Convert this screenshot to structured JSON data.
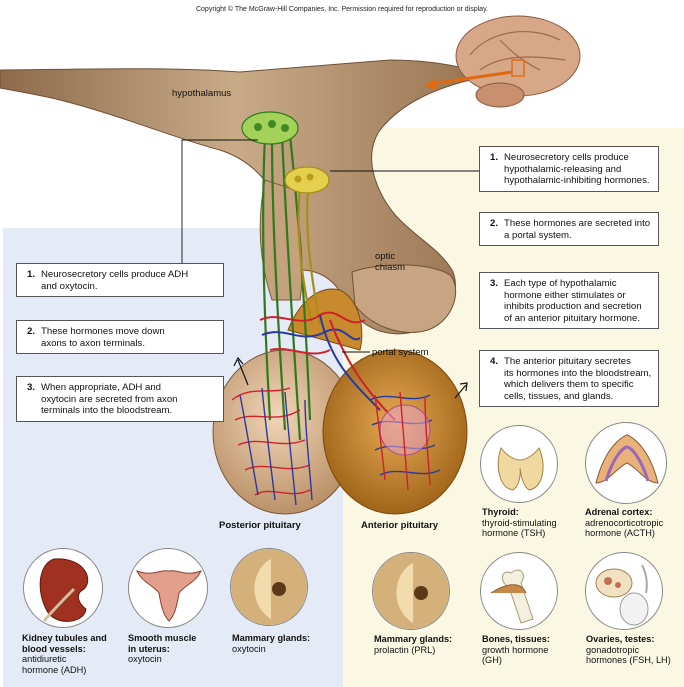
{
  "copyright": "Copyright © The McGraw-Hill Companies, Inc. Permission required for reproduction or display.",
  "labels": {
    "hypothalamus": "hypothalamus",
    "optic_chiasm": [
      "optic",
      "chiasm"
    ],
    "portal_system": "portal system",
    "posterior_pituitary": "Posterior pituitary",
    "anterior_pituitary": "Anterior pituitary"
  },
  "left_steps": [
    {
      "num": "1.",
      "lines": [
        "Neurosecretory cells produce ADH",
        "and oxytocin."
      ]
    },
    {
      "num": "2.",
      "lines": [
        "These hormones move down",
        "axons to axon terminals."
      ]
    },
    {
      "num": "3.",
      "lines": [
        "When appropriate, ADH and",
        "oxytocin are secreted from axon",
        "terminals into the bloodstream."
      ]
    }
  ],
  "right_steps": [
    {
      "num": "1.",
      "lines": [
        "Neurosecretory cells produce",
        "hypothalamic-releasing and",
        "hypothalamic-inhibiting hormones."
      ]
    },
    {
      "num": "2.",
      "lines": [
        "These hormones are secreted into",
        "a portal system."
      ]
    },
    {
      "num": "3.",
      "lines": [
        "Each type of hypothalamic",
        "hormone either stimulates or",
        "inhibits production and secretion",
        "of an anterior pituitary hormone."
      ]
    },
    {
      "num": "4.",
      "lines": [
        "The anterior pituitary secretes",
        "its hormones into the bloodstream,",
        "which delivers them to specific",
        "cells, tissues, and glands."
      ]
    }
  ],
  "targets": {
    "thyroid": {
      "title": "Thyroid:",
      "lines": [
        "thyroid-stimulating",
        "hormone (TSH)"
      ],
      "icon": "thyroid-icon"
    },
    "adrenal": {
      "title": "Adrenal cortex:",
      "lines": [
        "adrenocorticotropic",
        "hormone (ACTH)"
      ],
      "icon": "adrenal-icon"
    },
    "kidney": {
      "title": "Kidney tubules and",
      "title2": "blood vessels:",
      "lines": [
        "antidiuretic",
        "hormone (ADH)"
      ],
      "icon": "kidney-icon"
    },
    "uterus": {
      "title": "Smooth muscle",
      "title2": "in uterus:",
      "lines": [
        "oxytocin"
      ],
      "icon": "uterus-icon"
    },
    "mammary_left": {
      "title": "Mammary glands:",
      "lines": [
        "oxytocin"
      ],
      "icon": "mammary-gland-icon"
    },
    "mammary_right": {
      "title": "Mammary glands:",
      "lines": [
        "prolactin (PRL)"
      ],
      "icon": "mammary-gland-icon"
    },
    "bones": {
      "title": "Bones, tissues:",
      "lines": [
        "growth hormone",
        "(GH)"
      ],
      "icon": "bone-icon"
    },
    "ovaries": {
      "title": "Ovaries, testes:",
      "lines": [
        "gonadotropic",
        "hormones (FSH, LH)"
      ],
      "icon": "ovary-testis-icon"
    }
  },
  "colors": {
    "left_panel": "#e4eaf6",
    "right_panel": "#faf8e3",
    "tissue": "#b8926a",
    "pituitary": "#c98a2e",
    "artery": "#d0202a",
    "vein": "#2a3aa0",
    "neuron_green": "#8cc63f",
    "neuron_yellow": "#d8c23a"
  }
}
